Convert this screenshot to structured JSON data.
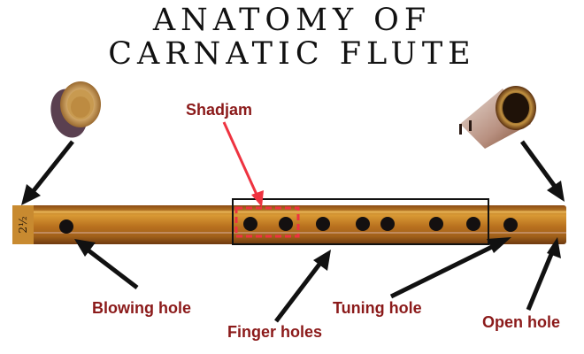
{
  "title": {
    "line1": "ANATOMY OF",
    "line2": "CARNATIC FLUTE"
  },
  "flute": {
    "size_marking": "2½",
    "colors": {
      "bamboo_light": "#d6962f",
      "bamboo_mid": "#b86f1c",
      "bamboo_dark": "#7a3f0e",
      "hole": "#141010"
    }
  },
  "labels": {
    "shadjam": "Shadjam",
    "blowing_hole": "Blowing hole",
    "finger_holes": "Finger holes",
    "tuning_hole": "Tuning hole",
    "open_hole": "Open hole"
  },
  "colors": {
    "label_text": "#8b1a1a",
    "shadjam_highlight": "#ee3340",
    "arrow": "#111111",
    "callout_box": "#111111"
  }
}
